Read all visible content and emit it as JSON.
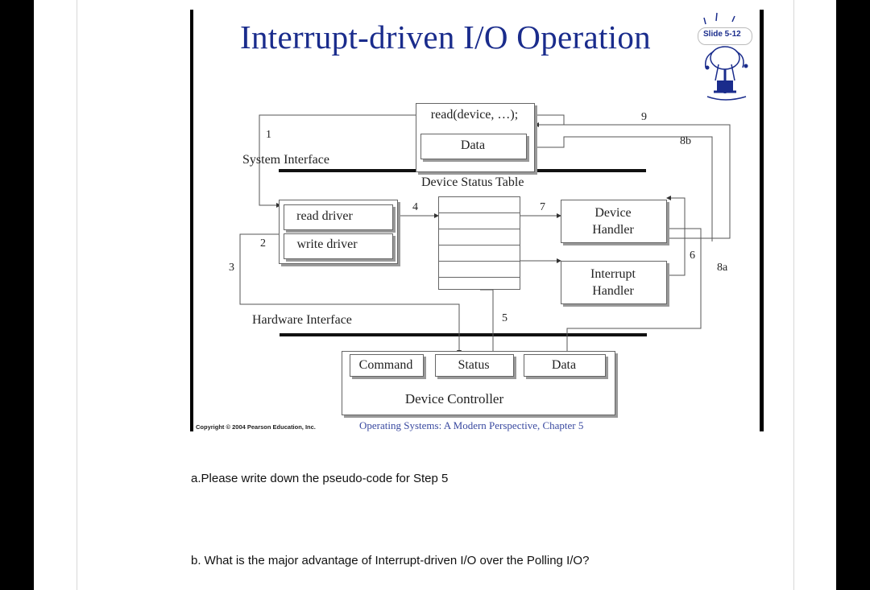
{
  "slide": {
    "title": "Interrupt-driven I/O Operation",
    "badge": "Slide 5-12",
    "labels": {
      "system_interface": "System Interface",
      "hardware_interface": "Hardware Interface",
      "device_status_table": "Device Status Table",
      "device_controller": "Device Controller"
    },
    "boxes": {
      "read_call": "read(device, …);",
      "data_top": "Data",
      "read_driver": "read driver",
      "write_driver": "write driver",
      "device_handler_1": "Device",
      "device_handler_2": "Handler",
      "interrupt_handler_1": "Interrupt",
      "interrupt_handler_2": "Handler",
      "command": "Command",
      "status": "Status",
      "data_bottom": "Data"
    },
    "steps": {
      "s1": "1",
      "s2": "2",
      "s3": "3",
      "s4": "4",
      "s5": "5",
      "s6": "6",
      "s7": "7",
      "s8a": "8a",
      "s8b": "8b",
      "s9": "9"
    },
    "copyright": "Copyright © 2004 Pearson Education, Inc.",
    "footer": "Operating Systems: A Modern Perspective, Chapter 5"
  },
  "questions": {
    "a": "a.Please write down the pseudo-code for Step 5",
    "b": "b. What is the major advantage of Interrupt-driven I/O over the Polling I/O?"
  }
}
